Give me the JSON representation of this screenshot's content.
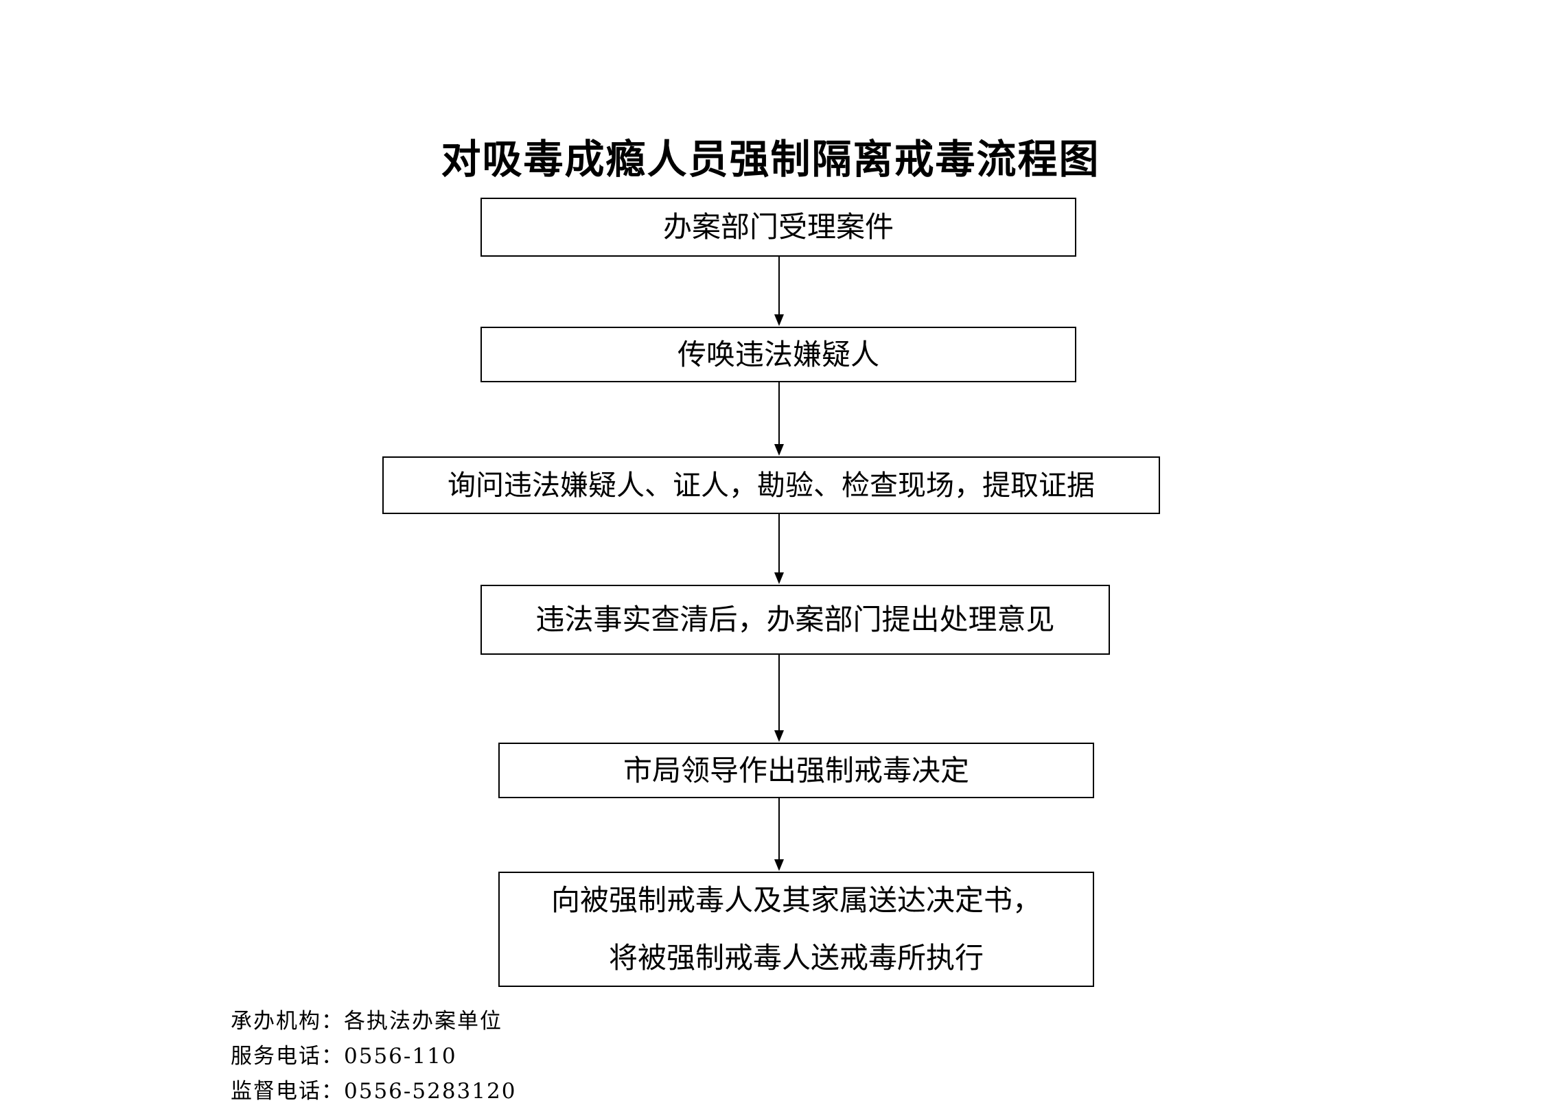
{
  "title": "对吸毒成瘾人员强制隔离戒毒流程图",
  "steps": [
    {
      "lines": [
        "办案部门受理案件"
      ]
    },
    {
      "lines": [
        "传唤违法嫌疑人"
      ]
    },
    {
      "lines": [
        "询问违法嫌疑人、证人，勘验、检查现场，提取证据"
      ]
    },
    {
      "lines": [
        "违法事实查清后，办案部门提出处理意见"
      ]
    },
    {
      "lines": [
        "市局领导作出强制戒毒决定"
      ]
    },
    {
      "lines": [
        "向被强制戒毒人及其家属送达决定书，",
        "将被强制戒毒人送戒毒所执行"
      ]
    }
  ],
  "footer": {
    "agency_label": "承办机构：",
    "agency_value": "各执法办案单位",
    "service_phone_label": "服务电话：",
    "service_phone_value": "0556-110",
    "complaint_phone_label": "监督电话：",
    "complaint_phone_value": "0556-5283120"
  }
}
